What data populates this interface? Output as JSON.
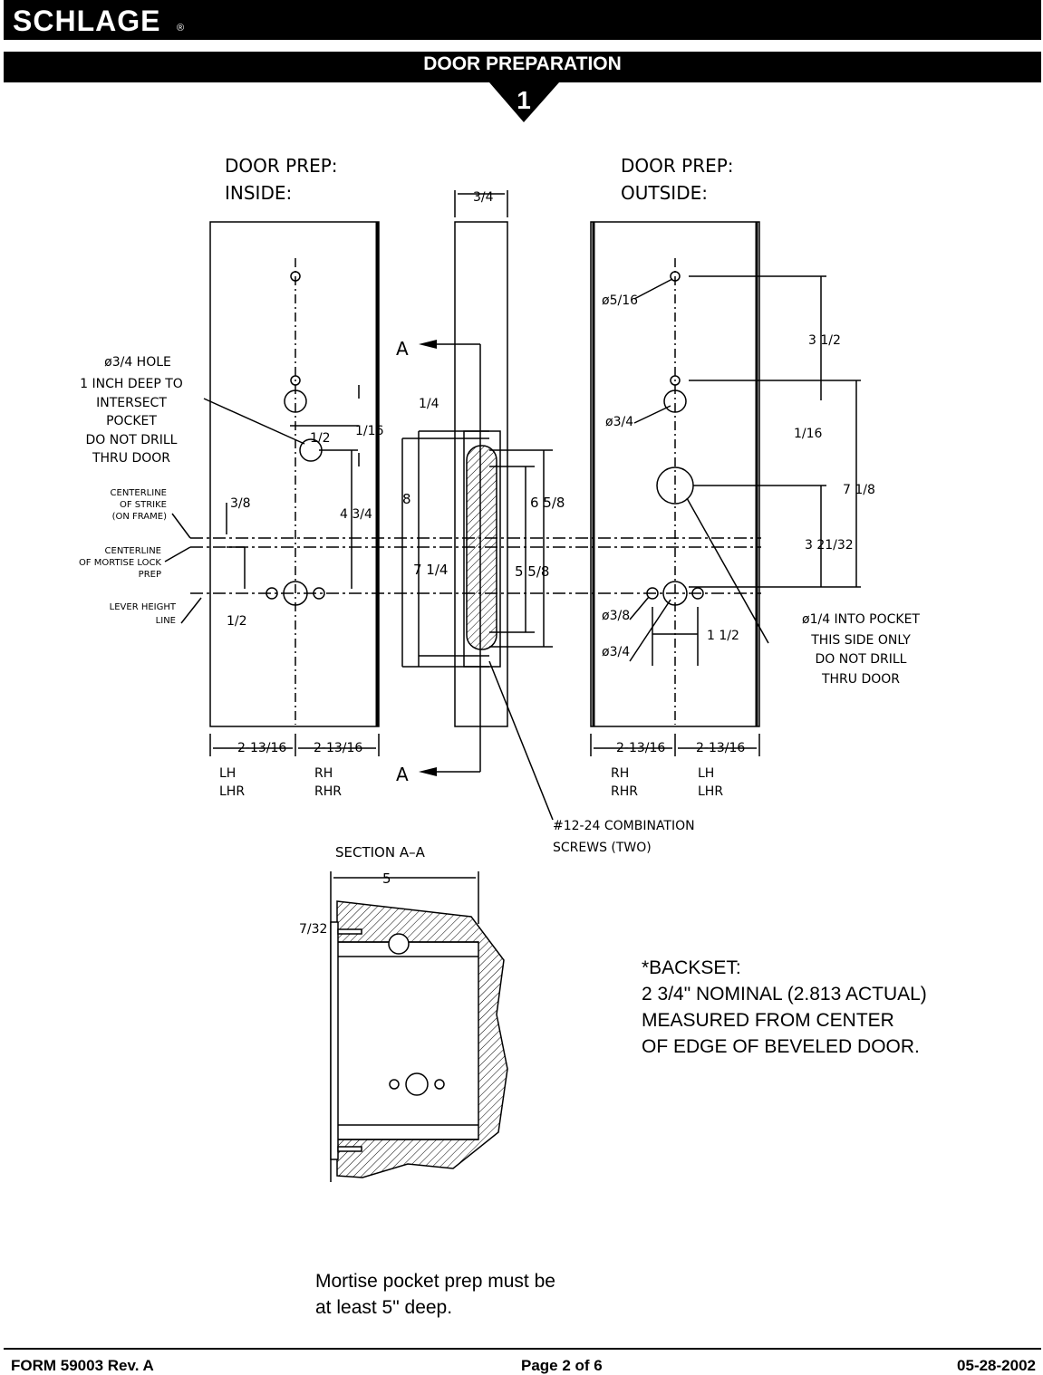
{
  "header": {
    "brand": "SCHLAGE",
    "brand_mark": "®",
    "section_title": "DOOR PREPARATION",
    "step_number": "1"
  },
  "views": {
    "inside": {
      "title_line1": "DOOR PREP:",
      "title_line2": "INSIDE:"
    },
    "outside": {
      "title_line1": "DOOR PREP:",
      "title_line2": "OUTSIDE:"
    },
    "section": {
      "title": "SECTION A–A",
      "depth": "5"
    }
  },
  "callouts": {
    "hole_note": [
      "ø3/4 HOLE",
      "1 INCH DEEP TO",
      "INTERSECT",
      "POCKET",
      "DO NOT DRILL",
      "THRU DOOR"
    ],
    "strike_centerline": [
      "CENTERLINE",
      "OF STRIKE",
      "(ON FRAME)"
    ],
    "lock_centerline": [
      "CENTERLINE",
      "OF MORTISE LOCK",
      "PREP"
    ],
    "lever_line": [
      "LEVER HEIGHT",
      "LINE"
    ],
    "pocket_note": [
      "ø1/4 INTO POCKET",
      "THIS SIDE ONLY",
      "DO NOT DRILL",
      "THRU DOOR"
    ],
    "screws_note": [
      "#12-24 COMBINATION",
      "SCREWS (TWO)"
    ],
    "section_marker": "A"
  },
  "dimensions": {
    "edge_width": "3/4",
    "backset": "2-13/16",
    "faceplate": "1/4",
    "inside_hole_offset": "1/2",
    "inside_hole_offset2": "1/16",
    "inside_strike": "3/8",
    "inside_hole_height": "4 3/4",
    "inside_lever": "1/2",
    "pocket_total": "8",
    "pocket_inner": "7 1/4",
    "pocket_plate": "6 5/8",
    "pocket_plate_inner": "5 5/8",
    "outside_top_hole": "ø5/16",
    "outside_spacing_top": "3 1/2",
    "outside_mid": "ø3/4",
    "outside_right_offset": "1/16",
    "outside_total": "7 1/8",
    "outside_lower": "3 21/32",
    "outside_small": "ø3/8",
    "outside_spindle": "ø3/4",
    "outside_spacing": "1 1/2",
    "section_plate": "7/32"
  },
  "hand_labels": {
    "inside_left": [
      "LH",
      "LHR"
    ],
    "inside_right": [
      "RH",
      "RHR"
    ],
    "outside_left": [
      "RH",
      "RHR"
    ],
    "outside_right": [
      "LH",
      "LHR"
    ]
  },
  "notes": {
    "backset_note": "*BACKSET:\n2 3/4\" NOMINAL (2.813 ACTUAL)\nMEASURED FROM CENTER\nOF EDGE OF BEVELED DOOR.",
    "pocket_depth_note": "Mortise pocket prep must be\nat least 5\" deep."
  },
  "footer": {
    "form": "FORM 59003 Rev. A",
    "page": "Page 2 of 6",
    "date": "05-28-2002"
  }
}
